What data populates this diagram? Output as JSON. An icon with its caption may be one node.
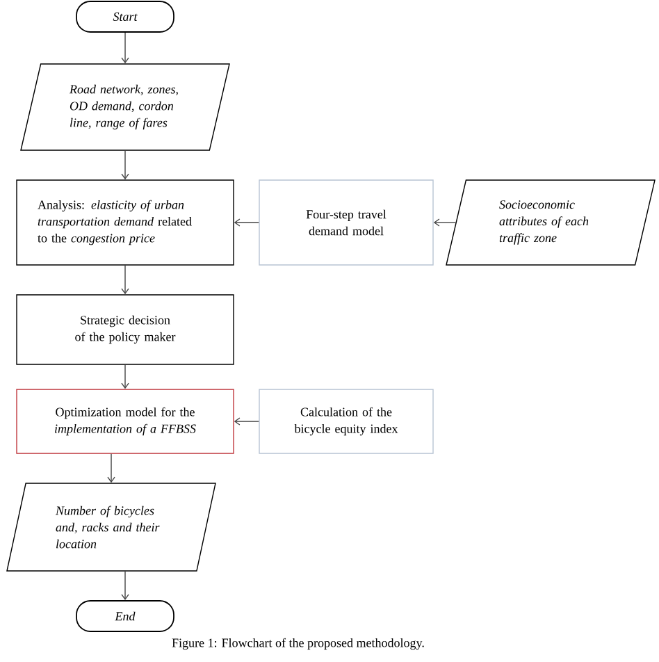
{
  "diagram": {
    "caption": "Figure 1: Flowchart of the proposed methodology.",
    "nodes": [
      {
        "text": [
          "Start"
        ]
      },
      {
        "text": [
          "Road network, zones, OD demand, cordon line, range of fares"
        ]
      },
      {
        "text": [
          "Analysis: *elasticity of urban transportation demand* related to the *congestion price*"
        ]
      },
      {
        "text": [
          "Four-step travel demand model"
        ]
      },
      {
        "text": [
          "Socioeconomic attributes of each traffic zone"
        ]
      },
      {
        "text": [
          "Strategic decision of the policy maker"
        ]
      },
      {
        "text": [
          "Optimization model for the *implementation of a FFBSS*"
        ]
      },
      {
        "text": [
          "Calculation of the bicycle equity index"
        ]
      },
      {
        "text": [
          "Number of bicycles and, racks and their location"
        ]
      },
      {
        "text": [
          "End"
        ]
      }
    ],
    "edges": [
      {
        "from": 0,
        "to": 1,
        "arrow": "to"
      },
      {
        "from": 1,
        "to": 2,
        "arrow": "to"
      },
      {
        "from": 3,
        "to": 2,
        "arrow": "to"
      },
      {
        "from": 4,
        "to": 3,
        "arrow": "to"
      },
      {
        "from": 2,
        "to": 5,
        "arrow": "to"
      },
      {
        "from": 5,
        "to": 6,
        "arrow": "to"
      },
      {
        "from": 7,
        "to": 6,
        "arrow": "to"
      },
      {
        "from": 6,
        "to": 8,
        "arrow": "to"
      },
      {
        "from": 8,
        "to": 9,
        "arrow": "to"
      }
    ]
  }
}
